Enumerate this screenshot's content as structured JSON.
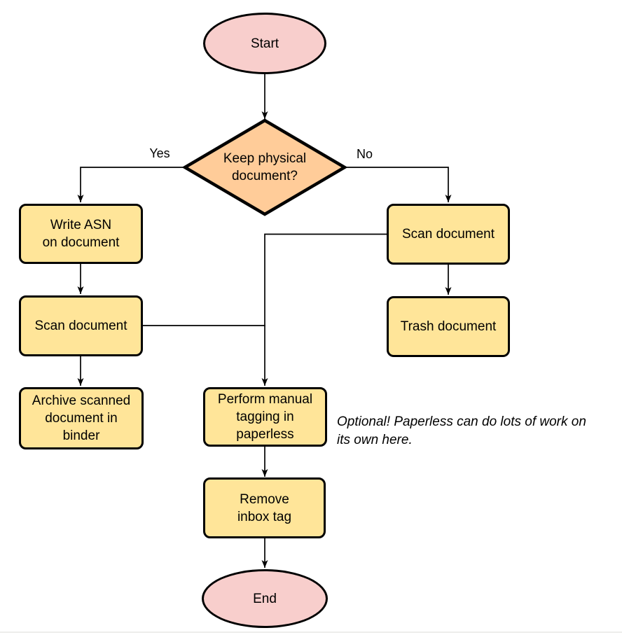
{
  "diagram": {
    "nodes": {
      "start": {
        "type": "terminal",
        "label": "Start"
      },
      "decision": {
        "type": "decision",
        "label": "Keep physical\ndocument?"
      },
      "write_asn": {
        "type": "process",
        "label": "Write ASN\non document"
      },
      "scan_left": {
        "type": "process",
        "label": "Scan document"
      },
      "archive": {
        "type": "process",
        "label": "Archive scanned\ndocument in\nbinder"
      },
      "scan_right": {
        "type": "process",
        "label": "Scan document"
      },
      "trash": {
        "type": "process",
        "label": "Trash document"
      },
      "tagging": {
        "type": "process",
        "label": "Perform manual\ntagging in\npaperless"
      },
      "remove_inbox": {
        "type": "process",
        "label": "Remove\ninbox tag"
      },
      "end": {
        "type": "terminal",
        "label": "End"
      }
    },
    "edge_labels": {
      "yes": "Yes",
      "no": "No"
    },
    "edges": [
      {
        "from": "start",
        "to": "decision",
        "label": ""
      },
      {
        "from": "decision",
        "to": "write_asn",
        "label": "Yes"
      },
      {
        "from": "decision",
        "to": "scan_right",
        "label": "No"
      },
      {
        "from": "write_asn",
        "to": "scan_left",
        "label": ""
      },
      {
        "from": "scan_left",
        "to": "archive",
        "label": ""
      },
      {
        "from": "scan_right",
        "to": "trash",
        "label": ""
      },
      {
        "from": "scan_right",
        "to": "tagging",
        "label": ""
      },
      {
        "from": "scan_left",
        "to": "tagging",
        "label": ""
      },
      {
        "from": "tagging",
        "to": "remove_inbox",
        "label": ""
      },
      {
        "from": "remove_inbox",
        "to": "end",
        "label": ""
      }
    ],
    "annotation": "Optional! Paperless can do lots of work on\nits own here.",
    "colors": {
      "terminal_fill": "#F8CECC",
      "decision_fill": "#FFCC99",
      "process_fill": "#FFE599",
      "stroke": "#000000",
      "line": "#000000"
    }
  }
}
